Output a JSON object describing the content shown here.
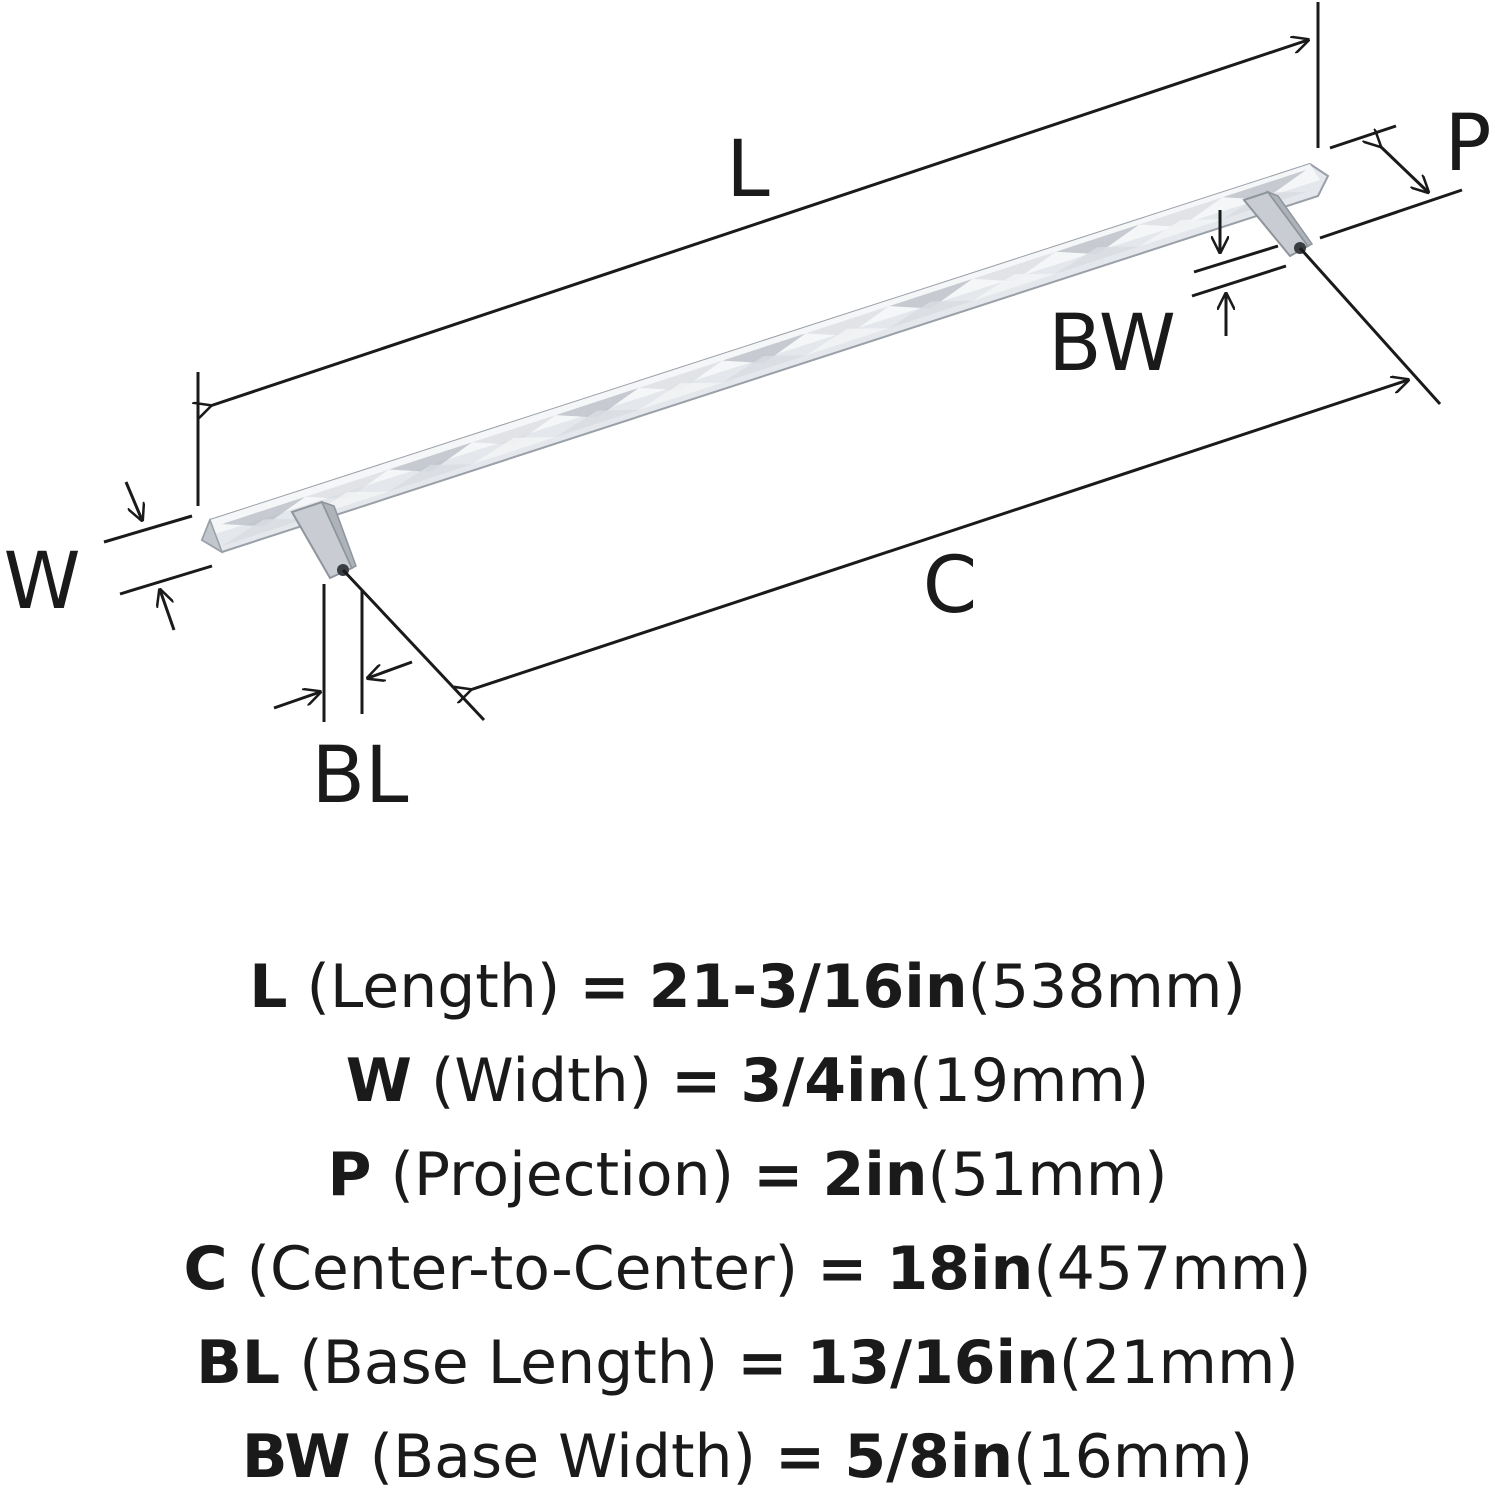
{
  "diagram": {
    "labels": {
      "L": "L",
      "W": "W",
      "P": "P",
      "C": "C",
      "BL": "BL",
      "BW": "BW"
    },
    "colors": {
      "ink": "#1a1a1a",
      "bar_light": "#f2f3f5",
      "bar_mid": "#d9dce1",
      "bar_dark": "#b7bcc4",
      "post": "#c9cdd3"
    }
  },
  "specs": [
    {
      "code": "L",
      "name": "(Length)",
      "eq": "=",
      "imperial": "21-3/16in",
      "metric": "(538mm)"
    },
    {
      "code": "W",
      "name": "(Width)",
      "eq": "=",
      "imperial": "3/4in",
      "metric": "(19mm)"
    },
    {
      "code": "P",
      "name": "(Projection)",
      "eq": "=",
      "imperial": "2in",
      "metric": "(51mm)"
    },
    {
      "code": "C",
      "name": "(Center-to-Center)",
      "eq": "=",
      "imperial": "18in",
      "metric": "(457mm)"
    },
    {
      "code": "BL",
      "name": "(Base Length)",
      "eq": "=",
      "imperial": "13/16in",
      "metric": "(21mm)"
    },
    {
      "code": "BW",
      "name": "(Base Width)",
      "eq": "=",
      "imperial": "5/8in",
      "metric": "(16mm)"
    }
  ]
}
